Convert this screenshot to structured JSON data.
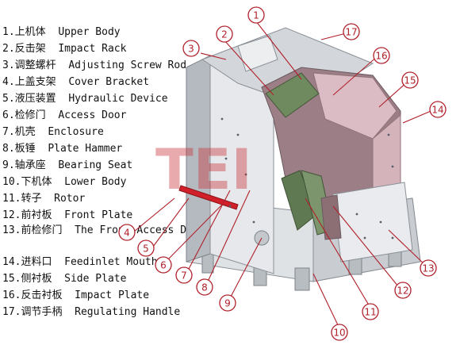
{
  "legend": [
    {
      "number": "1.",
      "zh": "上机体",
      "en": "Upper Body"
    },
    {
      "number": "2.",
      "zh": "反击架",
      "en": "Impact Rack"
    },
    {
      "number": "3.",
      "zh": "调整螺杆",
      "en": "Adjusting Screw Rod"
    },
    {
      "number": "4.",
      "zh": "上盖支架",
      "en": "Cover Bracket"
    },
    {
      "number": "5.",
      "zh": "液压装置",
      "en": "Hydraulic Device"
    },
    {
      "number": "6.",
      "zh": "检修门",
      "en": "Access Door"
    },
    {
      "number": "7.",
      "zh": "机壳",
      "en": "Enclosure"
    },
    {
      "number": "8.",
      "zh": "板锤",
      "en": "Plate Hammer"
    },
    {
      "number": "9.",
      "zh": "轴承座",
      "en": "Bearing Seat"
    },
    {
      "number": "10.",
      "zh": "下机体",
      "en": "Lower Body"
    },
    {
      "number": "11.",
      "zh": "转子",
      "en": "Rotor"
    },
    {
      "number": "12.",
      "zh": "前衬板",
      "en": "Front Plate"
    },
    {
      "number": "13.",
      "zh": "前检修门",
      "en": "The Front Access Door"
    },
    {
      "number": "14.",
      "zh": "进料口",
      "en": "Feedinlet Mouth"
    },
    {
      "number": "15.",
      "zh": "侧衬板",
      "en": "Side Plate"
    },
    {
      "number": "16.",
      "zh": "反击衬板",
      "en": "Impact Plate"
    },
    {
      "number": "17.",
      "zh": "调节手柄",
      "en": "Regulating Handle"
    }
  ],
  "callouts": [
    "1",
    "2",
    "3",
    "4",
    "5",
    "6",
    "7",
    "8",
    "9",
    "10",
    "11",
    "12",
    "13",
    "14",
    "15",
    "16",
    "17"
  ],
  "watermark": "TEI",
  "colors": {
    "callout": "#b0202a",
    "body_light": "#eef0f2",
    "body_mid": "#cfd3d7",
    "body_dark": "#a9aeb4",
    "liner_pink": "#dcbcc4",
    "liner_green": "#6f8a5e",
    "rod_red": "#d0202a",
    "watermark": "#c8323a"
  }
}
